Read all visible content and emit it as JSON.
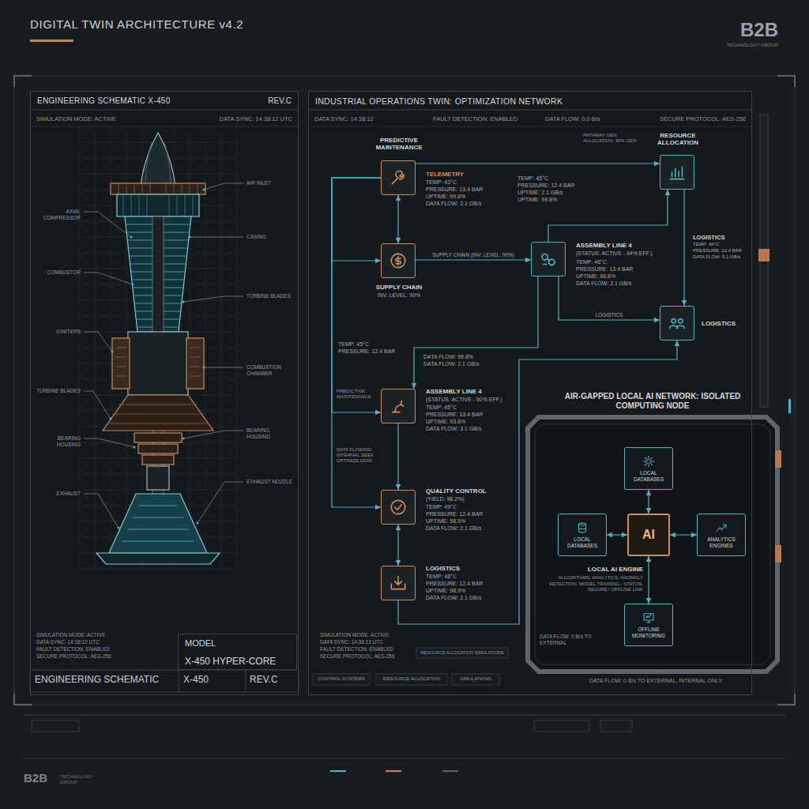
{
  "diagram": {
    "title": "DIGITAL TWIN ARCHITECTURE v4.2",
    "nodes": [
      {
        "text": [
          "ENGINEERING SCHEMATIC X-450",
          "REV.C"
        ]
      },
      {
        "text": [
          "MODEL",
          "X-450 HYPER-CORE"
        ],
        "in": 0
      },
      {
        "text": [
          "INDUSTRIAL OPERATIONS TWIN: OPTIMIZATION NETWORK"
        ]
      },
      {
        "text": [
          "PREDICTIVE MAINTENANCE",
          "TELEMETRY",
          "TEMP: 43°C",
          "PRESSURE: 13.4 BAR",
          "UPTIME: 99.8%",
          "DATA FLOW: 2.1 GB/s"
        ],
        "in": 2
      },
      {
        "text": [
          "RESOURCE ALLOCATION"
        ],
        "in": 2
      },
      {
        "text": [
          "SUPPLY CHAIN",
          "INV. LEVEL: 90%"
        ],
        "in": 2
      },
      {
        "text": [
          "ASSEMBLY LINE 4",
          "(STATUS: ACTIVE - 94% EFF.)",
          "TEMP: 46°C",
          "PRESSURE: 13.4 BAR",
          "UPTIME: 96.8%",
          "DATA FLOW: 2.1 GB/s"
        ],
        "in": 2
      },
      {
        "text": [
          "LOGISTICS"
        ],
        "in": 2
      },
      {
        "text": [
          "ASSEMBLY LINE 4",
          "(STATUS: ACTIVE - 60% EFF.)",
          "TEMP: 45°C",
          "PRESSURE: 13.4 BAR",
          "UPTIME: 93.8%",
          "DATA FLOW: 3.1 GB/s"
        ],
        "in": 2
      },
      {
        "text": [
          "QUALITY CONTROL",
          "(YIELD: 98.2%)",
          "TEMP: 49°C",
          "PRESSURE: 12.4 BAR",
          "UPTIME: 98.9%",
          "DATA FLOW: 2.1 GB/s"
        ],
        "in": 2
      },
      {
        "text": [
          "LOGISTICS",
          "TEMP: 48°C",
          "PRESSURE: 12.4 BAR",
          "UPTIME: 98.9%",
          "DATA FLOW: 2.1 GB/s"
        ],
        "in": 2
      },
      {
        "text": [
          "AIR-GAPPED LOCAL AI NETWORK: ISOLATED COMPUTING NODE"
        ],
        "in": 2
      },
      {
        "text": [
          "LOCAL DATABASES"
        ],
        "in": 11
      },
      {
        "text": [
          "LOCAL DATABASES"
        ],
        "in": 11
      },
      {
        "text": [
          "AI",
          "LOCAL AI ENGINE",
          "ALGORITHMS, ANALYTICS, ANOMALY DETECTION, MODEL TRAINING - STATUS: SECURE / OFFLINE LINK"
        ],
        "in": 11
      },
      {
        "text": [
          "ANALYTICS ENGINES"
        ],
        "in": 11
      },
      {
        "text": [
          "OFFLINE MONITORING"
        ],
        "in": 11
      }
    ],
    "edges": [
      {
        "from": 3,
        "to": 4,
        "arrow": "to"
      },
      {
        "from": 3,
        "to": 5,
        "arrow": "both"
      },
      {
        "from": 3,
        "to": 5,
        "arrow": "to"
      },
      {
        "from": 3,
        "to": 8,
        "arrow": "to"
      },
      {
        "from": 3,
        "to": 9,
        "arrow": "to"
      },
      {
        "from": 5,
        "to": 6,
        "label": "SUPPLY CHAIN (INV. LEVEL: 90%)",
        "arrow": "to"
      },
      {
        "from": 6,
        "to": 4,
        "arrow": "to"
      },
      {
        "from": 6,
        "to": 7,
        "label": "LOGISTICS",
        "arrow": "to"
      },
      {
        "from": 4,
        "to": 7,
        "arrow": "to"
      },
      {
        "from": 6,
        "to": 8,
        "arrow": "to"
      },
      {
        "from": 8,
        "to": 9,
        "arrow": "to"
      },
      {
        "from": 9,
        "to": 10,
        "arrow": "both"
      },
      {
        "from": 10,
        "to": 7,
        "arrow": "to"
      },
      {
        "from": 12,
        "to": 14,
        "arrow": "both"
      },
      {
        "from": 13,
        "to": 14,
        "arrow": "both"
      },
      {
        "from": 14,
        "to": 15,
        "arrow": "both"
      },
      {
        "from": 14,
        "to": 16,
        "arrow": "both"
      }
    ],
    "labels": [
      "B2B",
      "TECHNOLOGY GROUP",
      "SIMULATION MODE: ACTIVE",
      "DATA SYNC: 14:38:12 UTC",
      "AXIAL COMPRESSOR",
      "COMBUSTOR",
      "IGNITERS",
      "TURBINE BLADES",
      "BEARING HOUSING",
      "EXHAUST",
      "AIR INLET",
      "CASING",
      "TURBINE BLADES",
      "COMBUSTION CHAMBER",
      "BEARING HOUSING",
      "EXHAUST NOZZLE",
      "SIMULATION MODE: ACTIVE",
      "DATA SYNC: 14:38:12 UTC",
      "FAULT DETECTION: ENABLED",
      "SECURE PROTOCOL: AES-256",
      "ENGINEERING SCHEMATIC",
      "X-450",
      "REV.C",
      "DATA SYNC: 14:38:12",
      "FAULT DETECTION: ENABLED",
      "DATA FLOW: 0.0 B/s",
      "SECURE PROTOCOL: AES-256",
      "PATHWAY GEN ALLOCATION: 80% GEN",
      "TEMP: 45°C",
      "PRESSURE: 12.4 BAR",
      "UPTIME: 2.1 GB/s",
      "UPTIME: 99.8%",
      "LOGISTICS",
      "TEMP: 46°C",
      "PRESSURE: 12.4 BAR",
      "DATA FLOW: 5.1 GB/s",
      "TEMP: 45°C",
      "PRESSURE: 12.4 BAR",
      "DATA FLOW: 99.8%",
      "DATA FLOW: 2.1 GB/s",
      "PREDICTIVE MAINTENANCE",
      "DATA FLOWING INTERNAL SEEK OPTIMIZE DOIN",
      "DATA FLOW: 0 B/s TO EXTERNAL",
      "DATA FLOW: 0 B/s TO EXTERNAL, INTERNAL ONLY",
      "SIMULATION MODE: ACTIVE",
      "DATA SYNC: 14:38:12 UTC",
      "FAULT DETECTION: ENABLED",
      "SECURE PROTOCOL: AES-256",
      "RESOURCE ALLOCATION SIMULATIONS",
      "CONTROL SYSTEMS",
      "RESOURCE ALLOCATION",
      "SIMULATIONS",
      "B2B",
      "TECHNOLOGY GROUP"
    ]
  }
}
